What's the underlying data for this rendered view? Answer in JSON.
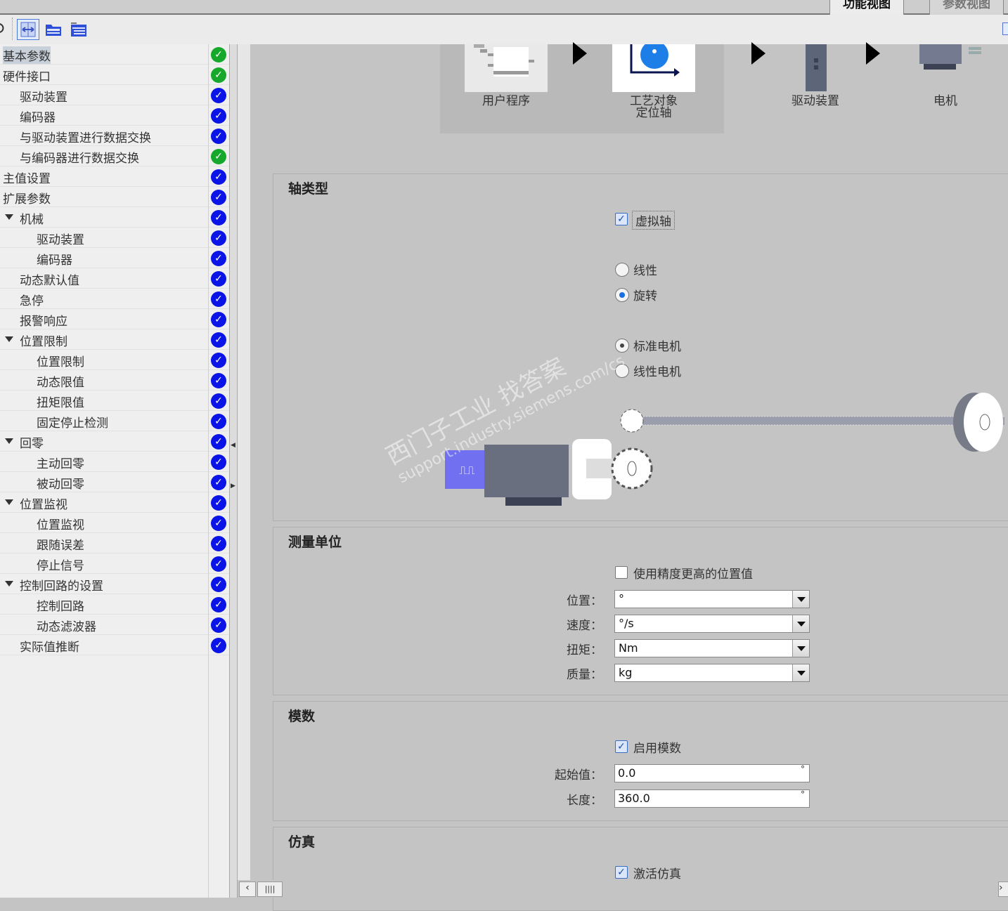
{
  "tabs": [
    {
      "label": "功能视图",
      "active": true
    },
    {
      "label": "参数视图",
      "active": false
    }
  ],
  "toolbar": {
    "icons": [
      "refresh-icon",
      "expand-width-icon",
      "collapse-folder-icon",
      "expand-folder-icon"
    ]
  },
  "tree": [
    {
      "label": "基本参数",
      "level": 0,
      "status": "ok-green",
      "selected": true
    },
    {
      "label": "硬件接口",
      "level": 0,
      "status": "ok-green"
    },
    {
      "label": "驱动装置",
      "level": 1,
      "status": "ok-blue"
    },
    {
      "label": "编码器",
      "level": 1,
      "status": "ok-blue"
    },
    {
      "label": "与驱动装置进行数据交换",
      "level": 1,
      "status": "ok-blue"
    },
    {
      "label": "与编码器进行数据交换",
      "level": 1,
      "status": "ok-green"
    },
    {
      "label": "主值设置",
      "level": 0,
      "status": "ok-blue"
    },
    {
      "label": "扩展参数",
      "level": 0,
      "status": "ok-blue"
    },
    {
      "label": "机械",
      "level": 1,
      "status": "ok-blue",
      "expanded": true
    },
    {
      "label": "驱动装置",
      "level": 2,
      "status": "ok-blue"
    },
    {
      "label": "编码器",
      "level": 2,
      "status": "ok-blue"
    },
    {
      "label": "动态默认值",
      "level": 1,
      "status": "ok-blue"
    },
    {
      "label": "急停",
      "level": 1,
      "status": "ok-blue"
    },
    {
      "label": "报警响应",
      "level": 1,
      "status": "ok-blue"
    },
    {
      "label": "位置限制",
      "level": 1,
      "status": "ok-blue",
      "expanded": true
    },
    {
      "label": "位置限制",
      "level": 2,
      "status": "ok-blue"
    },
    {
      "label": "动态限值",
      "level": 2,
      "status": "ok-blue"
    },
    {
      "label": "扭矩限值",
      "level": 2,
      "status": "ok-blue"
    },
    {
      "label": "固定停止检测",
      "level": 2,
      "status": "ok-blue"
    },
    {
      "label": "回零",
      "level": 1,
      "status": "ok-blue",
      "expanded": true
    },
    {
      "label": "主动回零",
      "level": 2,
      "status": "ok-blue"
    },
    {
      "label": "被动回零",
      "level": 2,
      "status": "ok-blue"
    },
    {
      "label": "位置监视",
      "level": 1,
      "status": "ok-blue",
      "expanded": true
    },
    {
      "label": "位置监视",
      "level": 2,
      "status": "ok-blue"
    },
    {
      "label": "跟随误差",
      "level": 2,
      "status": "ok-blue"
    },
    {
      "label": "停止信号",
      "level": 2,
      "status": "ok-blue"
    },
    {
      "label": "控制回路的设置",
      "level": 1,
      "status": "ok-blue",
      "expanded": true
    },
    {
      "label": "控制回路",
      "level": 2,
      "status": "ok-blue"
    },
    {
      "label": "动态滤波器",
      "level": 2,
      "status": "ok-blue"
    },
    {
      "label": "实际值推断",
      "level": 1,
      "status": "ok-blue"
    }
  ],
  "flow": {
    "user_program": "用户程序",
    "tech_object_1": "工艺对象",
    "tech_object_2": "定位轴",
    "drive": "驱动装置",
    "motor": "电机"
  },
  "axis_type": {
    "title": "轴类型",
    "virtual_axis": {
      "label": "虚拟轴",
      "checked": true
    },
    "linear": {
      "label": "线性",
      "selected": false
    },
    "rotary": {
      "label": "旋转",
      "selected": true
    },
    "standard_motor": {
      "label": "标准电机",
      "selected": true
    },
    "linear_motor": {
      "label": "线性电机",
      "selected": false
    }
  },
  "watermark": {
    "line1": "西门子工业 找答案",
    "line2": "support.industry.siemens.com/cs"
  },
  "units": {
    "title": "测量单位",
    "high_precision": {
      "label": "使用精度更高的位置值",
      "checked": false
    },
    "fields": [
      {
        "label": "位置：",
        "value": "°"
      },
      {
        "label": "速度：",
        "value": "°/s"
      },
      {
        "label": "扭矩：",
        "value": "Nm"
      },
      {
        "label": "质量：",
        "value": "kg"
      }
    ]
  },
  "modulo": {
    "title": "模数",
    "enable": {
      "label": "启用模数",
      "checked": true
    },
    "start": {
      "label": "起始值：",
      "value": "0.0",
      "unit": "°"
    },
    "length": {
      "label": "长度：",
      "value": "360.0",
      "unit": "°"
    }
  },
  "simulation": {
    "title": "仿真",
    "activate": {
      "label": "激活仿真",
      "checked": true
    }
  },
  "colors": {
    "ok_green": "#16a82a",
    "ok_blue": "#0a14e6",
    "accent": "#1a6ee0"
  }
}
